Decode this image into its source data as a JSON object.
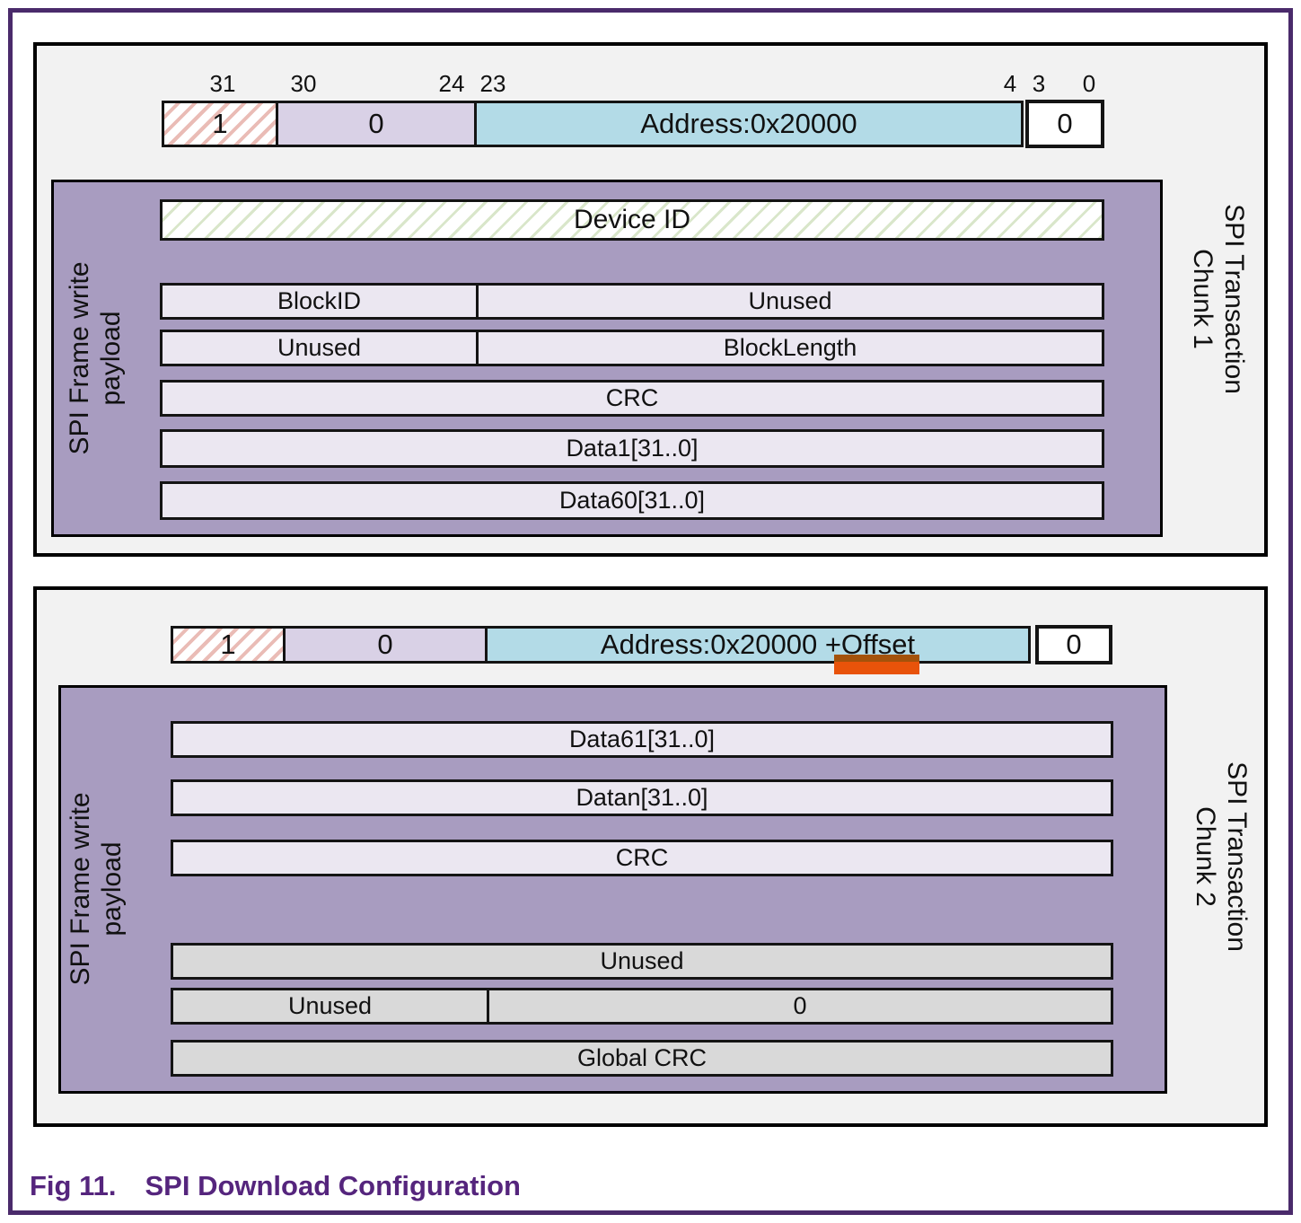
{
  "figure_caption": {
    "label": "Fig 11.",
    "title": "SPI Download Configuration"
  },
  "chunk1": {
    "bit_labels": [
      "31",
      "30",
      "24",
      "23",
      "4",
      "3",
      "0"
    ],
    "header": {
      "bit31": "1",
      "bits30_24": "0",
      "address": "Address:0x20000",
      "bits3_0": "0"
    },
    "rows": {
      "device_id": "Device ID",
      "block_id": "BlockID",
      "unused_a": "Unused",
      "unused_b": "Unused",
      "block_length": "BlockLength",
      "crc": "CRC",
      "data1": "Data1[31..0]",
      "data60": "Data60[31..0]"
    },
    "left_label": [
      "SPI Frame write",
      "payload"
    ],
    "right_label": [
      "SPI Transaction",
      "Chunk 1"
    ]
  },
  "chunk2": {
    "header": {
      "bit31": "1",
      "bits30_24": "0",
      "address_prefix": "Address:0x20000 + ",
      "address_highlight": "Offset",
      "bits3_0": "0"
    },
    "rows": {
      "data61": "Data61[31..0]",
      "datan": "Datan[31..0]",
      "crc": "CRC",
      "unused_full": "Unused",
      "unused_left": "Unused",
      "zero_right": "0",
      "global_crc": "Global CRC"
    },
    "left_label": [
      "SPI Frame write",
      "payload"
    ],
    "right_label": [
      "SPI Transaction",
      "Chunk 2"
    ]
  },
  "colors": {
    "frame_border": "#4a2a6b",
    "caption_text": "#55257d",
    "chunk_background": "#f2f2f2",
    "payload_purple": "#a89cc0",
    "field_lavender": "#d9d1e6",
    "row_lavender": "#ebe7f1",
    "row_gray": "#d9d9d9",
    "address_cyan": "#b3dbe7",
    "hatch_pink": "#eabcb6",
    "hatch_green": "#d9e6ca",
    "highlight_orange": "#e8530a",
    "highlight_orange_dark": "#a4520b"
  }
}
